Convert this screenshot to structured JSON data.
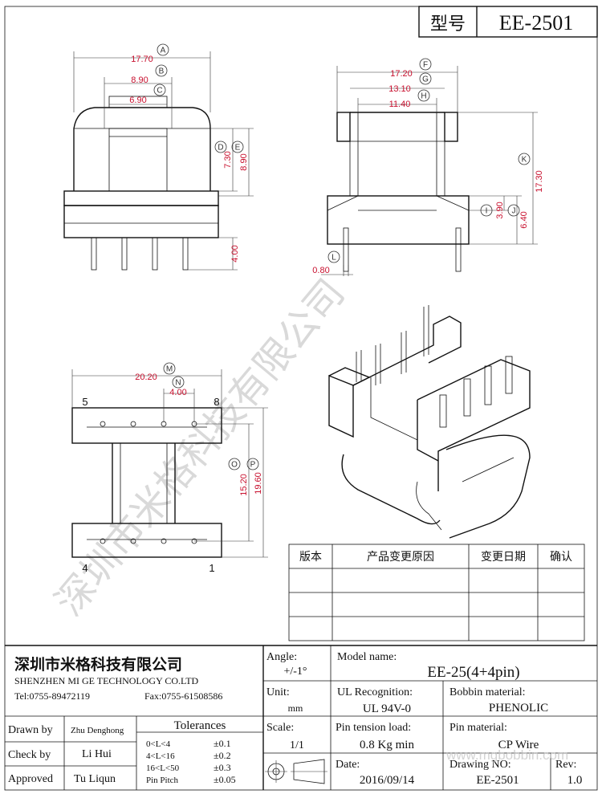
{
  "header": {
    "type_label": "型号",
    "type_value": "EE-2501"
  },
  "watermark": {
    "text": "深圳市米格科技有限公司"
  },
  "dimensions": {
    "A": "17.70",
    "B": "8.90",
    "C": "6.90",
    "D": "7.30",
    "E": "8.90",
    "H_pin": "4.00",
    "F": "17.20",
    "G": "13.10",
    "H": "11.40",
    "K": "17.30",
    "I": "3.90",
    "J": "6.40",
    "L": "0.80",
    "M": "20.20",
    "N": "4.00",
    "O": "15.20",
    "P": "19.60"
  },
  "markers": {
    "A": "A",
    "B": "B",
    "C": "C",
    "D": "D",
    "E": "E",
    "F": "F",
    "G": "G",
    "H": "H",
    "I": "I",
    "J": "J",
    "K": "K",
    "L": "L",
    "M": "M",
    "N": "N",
    "O": "O",
    "P": "P"
  },
  "pin_numbers": {
    "p5": "5",
    "p8": "8",
    "p4": "4",
    "p1": "1"
  },
  "revision_table": {
    "headers": [
      "版本",
      "产品变更原因",
      "变更日期",
      "确认"
    ],
    "rows": [
      [
        "",
        "",
        "",
        ""
      ],
      [
        "",
        "",
        "",
        ""
      ],
      [
        "",
        "",
        "",
        ""
      ]
    ]
  },
  "title_block": {
    "company_cn": "深圳市米格科技有限公司",
    "company_en": "SHENZHEN  MI GE TECHNOLOGY  CO.LTD",
    "tel": "Tel:0755-89472119",
    "fax": "Fax:0755-61508586",
    "drawn_by_label": "Drawn by",
    "drawn_by": "Zhu Denghong",
    "check_by_label": "Check by",
    "check_by": "Li Hui",
    "approved_label": "Approved",
    "approved": "Tu Liqun",
    "tolerances_label": "Tolerances",
    "tolerances": [
      {
        "range": "0<L<4",
        "value": "±0.1"
      },
      {
        "range": "4<L<16",
        "value": "±0.2"
      },
      {
        "range": "16<L<50",
        "value": "±0.3"
      },
      {
        "range": "Pin Pitch",
        "value": "±0.05"
      }
    ],
    "angle_label": "Angle:",
    "angle_value": "+/-1°",
    "unit_label": "Unit:",
    "unit_value": "mm",
    "scale_label": "Scale:",
    "scale_value": "1/1",
    "model_label": "Model name:",
    "model_value": "EE-25(4+4pin)",
    "ul_label": "UL Recognition:",
    "ul_value": "UL 94V-0",
    "bobbin_label": "Bobbin material:",
    "bobbin_value": "PHENOLIC",
    "pin_tension_label": "Pin tension load:",
    "pin_tension_value": "0.8 Kg min",
    "pin_material_label": "Pin material:",
    "pin_material_value": "CP Wire",
    "date_label": "Date:",
    "date_value": "2016/09/14",
    "drawing_no_label": "Drawing NO:",
    "drawing_no_value": "EE-2501",
    "rev_label": "Rev:",
    "rev_value": "1.0",
    "website": "www.mgbobbin.com"
  }
}
